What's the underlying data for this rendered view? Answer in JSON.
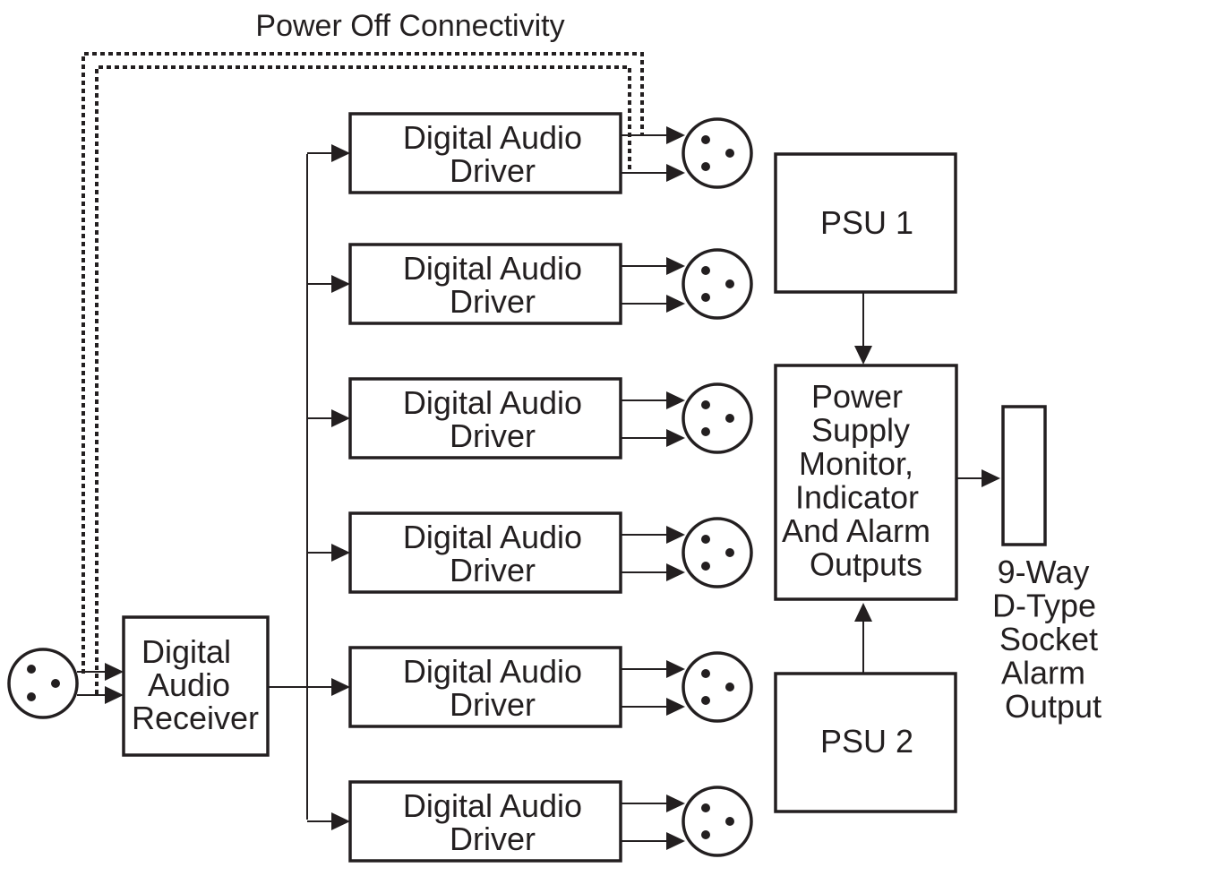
{
  "title": "Power Off Connectivity",
  "receiver": {
    "lines": [
      "Digital",
      "Audio",
      "Receiver"
    ]
  },
  "drivers": [
    {
      "lines": [
        "Digital Audio",
        "Driver"
      ]
    },
    {
      "lines": [
        "Digital Audio",
        "Driver"
      ]
    },
    {
      "lines": [
        "Digital Audio",
        "Driver"
      ]
    },
    {
      "lines": [
        "Digital Audio",
        "Driver"
      ]
    },
    {
      "lines": [
        "Digital Audio",
        "Driver"
      ]
    },
    {
      "lines": [
        "Digital Audio",
        "Driver"
      ]
    }
  ],
  "psu1": {
    "label": "PSU 1"
  },
  "psu2": {
    "label": "PSU 2"
  },
  "monitor": {
    "lines": [
      "Power",
      "Supply",
      "Monitor,",
      "Indicator",
      "And Alarm",
      "Outputs"
    ]
  },
  "socket": {
    "lines": [
      "9-Way",
      "D-Type",
      "Socket",
      "Alarm",
      "Output"
    ]
  },
  "colors": {
    "ink": "#231f20",
    "background": "#ffffff"
  }
}
